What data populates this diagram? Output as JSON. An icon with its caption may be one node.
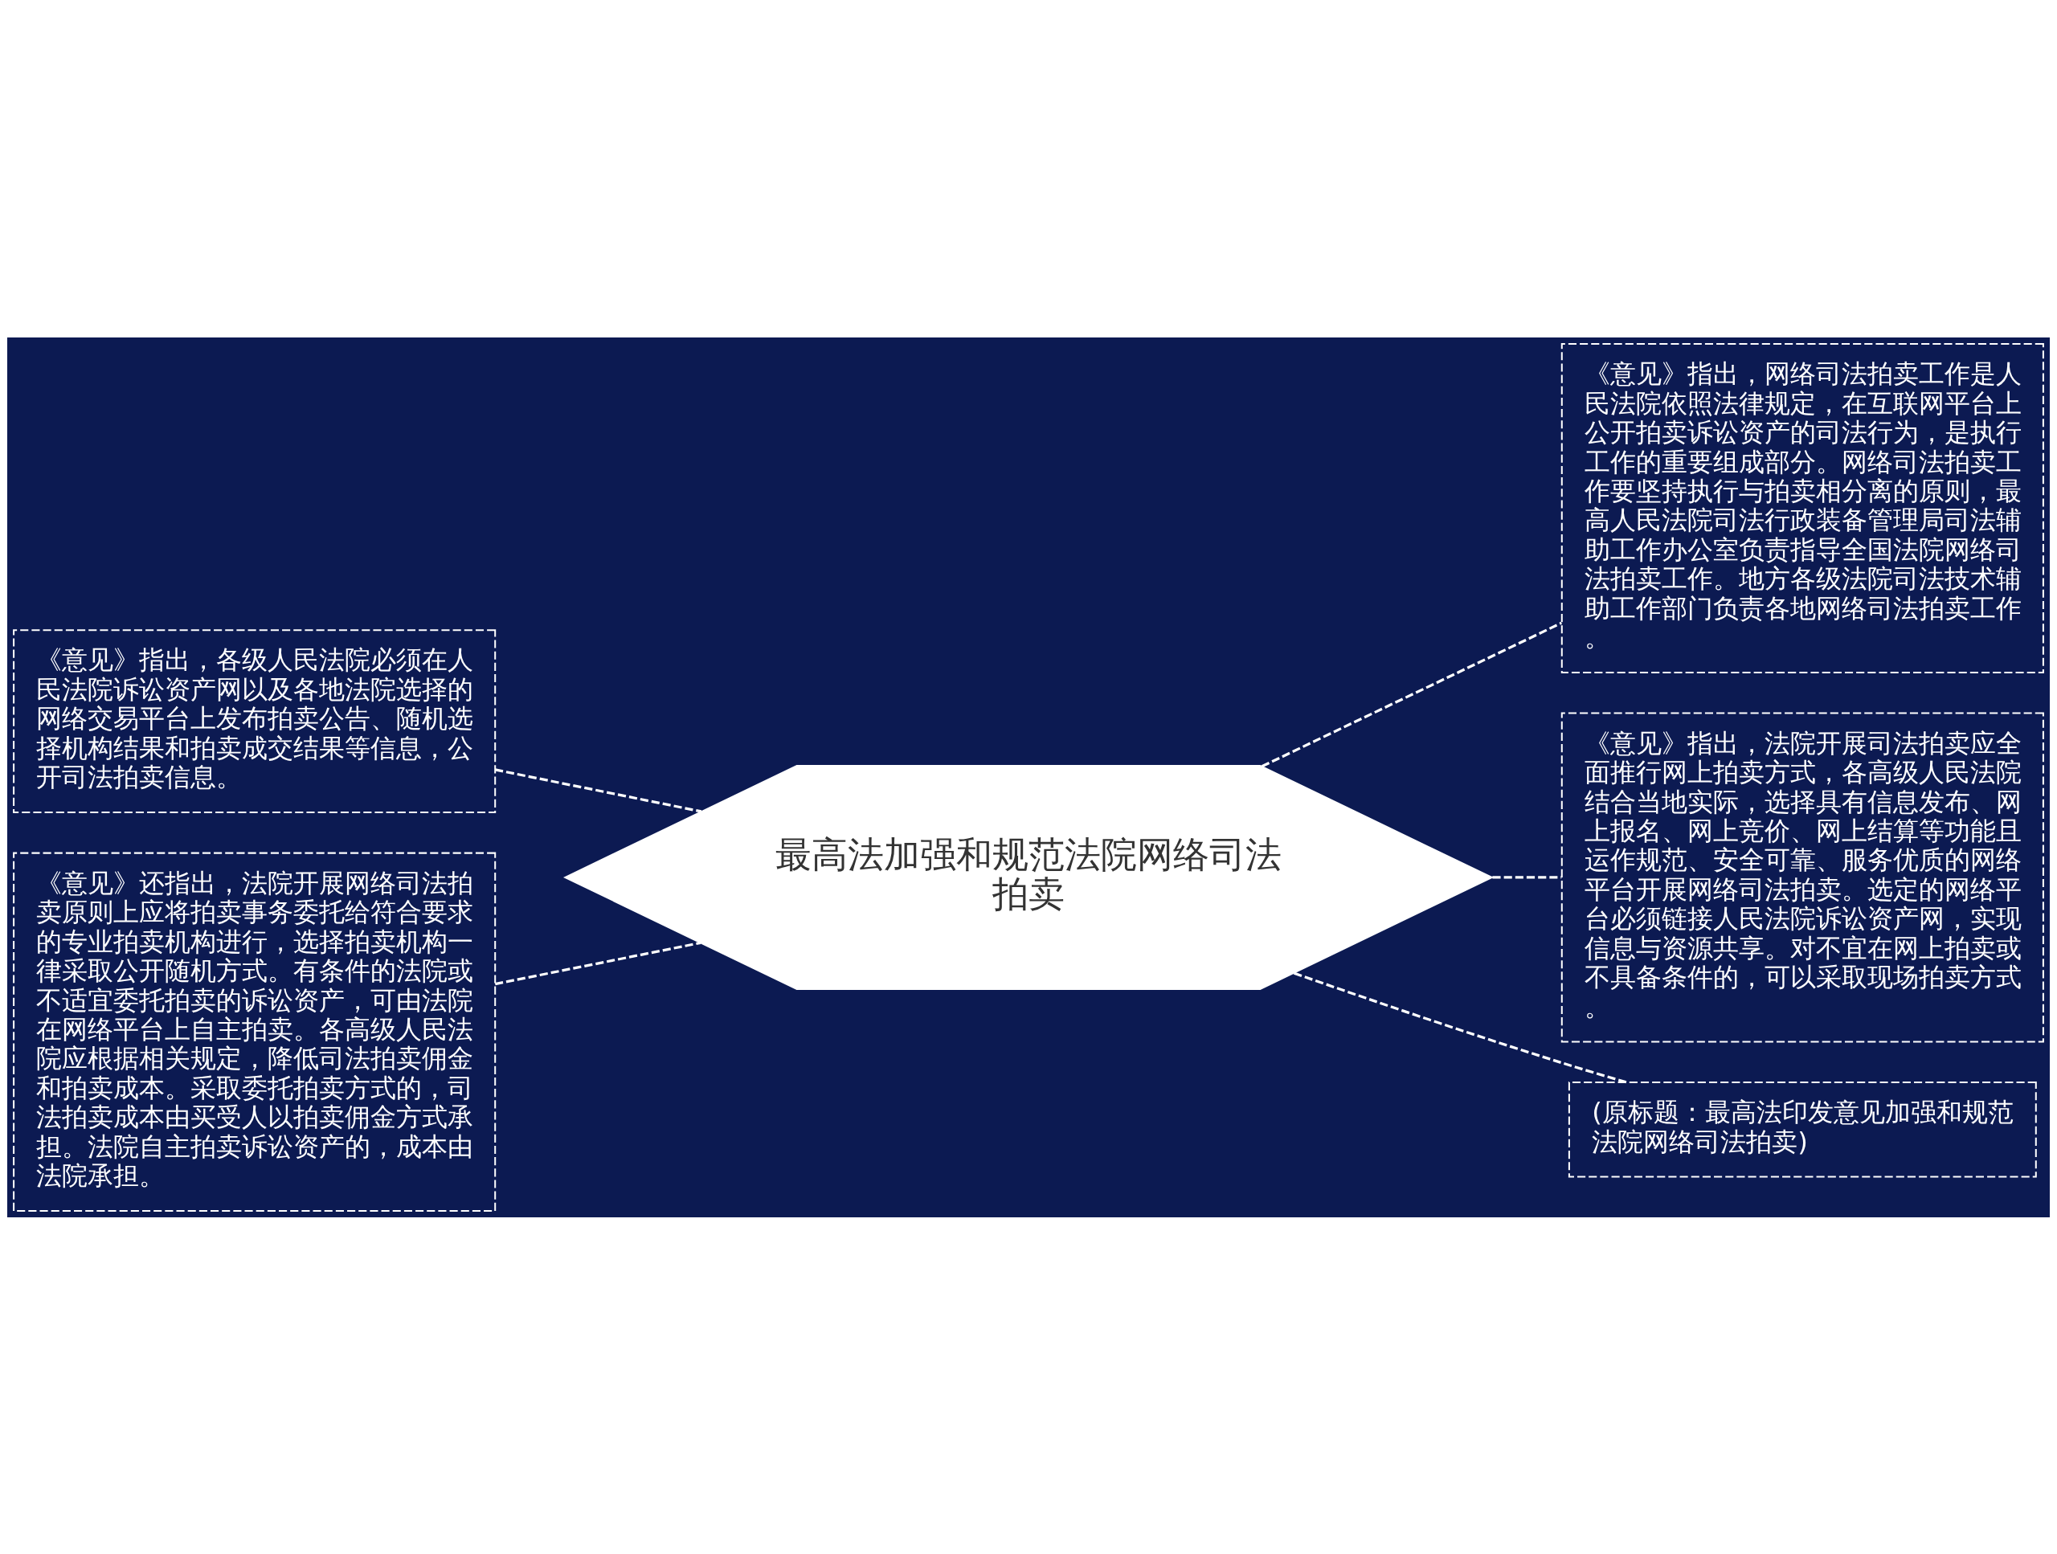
{
  "diagram": {
    "nodes": [
      {
        "text": [
          "最高法加强和规范法院网络司法拍卖"
        ]
      },
      {
        "text": [
          "《意见》指出，各级人民法院必须在人民法院诉讼资产网以及各地法院选择的网络交易平台上发布拍卖公告、随机选择机构结果和拍卖成交结果等信息，公开司法拍卖信息。"
        ]
      },
      {
        "text": [
          "《意见》还指出，法院开展网络司法拍卖原则上应将拍卖事务委托给符合要求的专业拍卖机构进行，选择拍卖机构一律采取公开随机方式。有条件的法院或不适宜委托拍卖的诉讼资产，可由法院在网络平台上自主拍卖。各高级人民法院应根据相关规定，降低司法拍卖佣金和拍卖成本。采取委托拍卖方式的，司法拍卖成本由买受人以拍卖佣金方式承担。法院自主拍卖诉讼资产的，成本由法院承担。"
        ]
      },
      {
        "text": [
          "《意见》指出，网络司法拍卖工作是人民法院依照法律规定，在互联网平台上公开拍卖诉讼资产的司法行为，是执行工作的重要组成部分。网络司法拍卖工作要坚持执行与拍卖相分离的原则，最高人民法院司法行政装备管理局司法辅助工作办公室负责指导全国法院网络司法拍卖工作。地方各级法院司法技术辅助工作部门负责各地网络司法拍卖工作。"
        ]
      },
      {
        "text": [
          "《意见》指出，法院开展司法拍卖应全面推行网上拍卖方式，各高级人民法院结合当地实际，选择具有信息发布、网上报名、网上竞价、网上结算等功能且运作规范、安全可靠、服务优质的网络平台开展网络司法拍卖。选定的网络平台必须链接人民法院诉讼资产网，实现信息与资源共享。对不宜在网上拍卖或不具备条件的，可以采取现场拍卖方式。"
        ]
      },
      {
        "text": [
          "(原标题：最高法印发意见加强和规范法院网络司法拍卖)"
        ]
      }
    ],
    "edges": [
      {
        "from": 0,
        "to": 1,
        "arrow": "none",
        "style": "dashed"
      },
      {
        "from": 0,
        "to": 2,
        "arrow": "none",
        "style": "dashed"
      },
      {
        "from": 0,
        "to": 3,
        "arrow": "none",
        "style": "dashed"
      },
      {
        "from": 0,
        "to": 4,
        "arrow": "none",
        "style": "dashed"
      },
      {
        "from": 0,
        "to": 5,
        "arrow": "none",
        "style": "dashed"
      }
    ]
  }
}
